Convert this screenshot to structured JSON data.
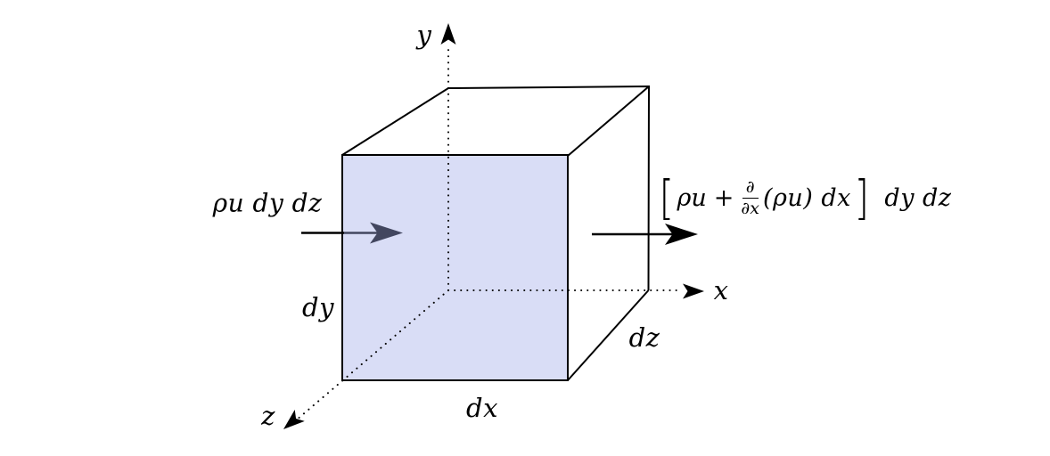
{
  "colors": {
    "background": "#ffffff",
    "face_fill": "#d9ddf6",
    "edge": "#000000",
    "influx_arrow_tint": "#42465f"
  },
  "labels": {
    "influx": "ρu dy dz",
    "axis_x": "x",
    "axis_y": "y",
    "axis_z": "z",
    "dim_dx": "dx",
    "dim_dy": "dy",
    "dim_dz": "dz"
  },
  "outflux_formula": {
    "bracket_left": "[",
    "rho_u": "ρu",
    "plus": "+",
    "partial_num": "∂",
    "partial_den": "∂x",
    "flux_term": "(ρu) dx",
    "bracket_right": "]",
    "area_term": "dy dz"
  }
}
